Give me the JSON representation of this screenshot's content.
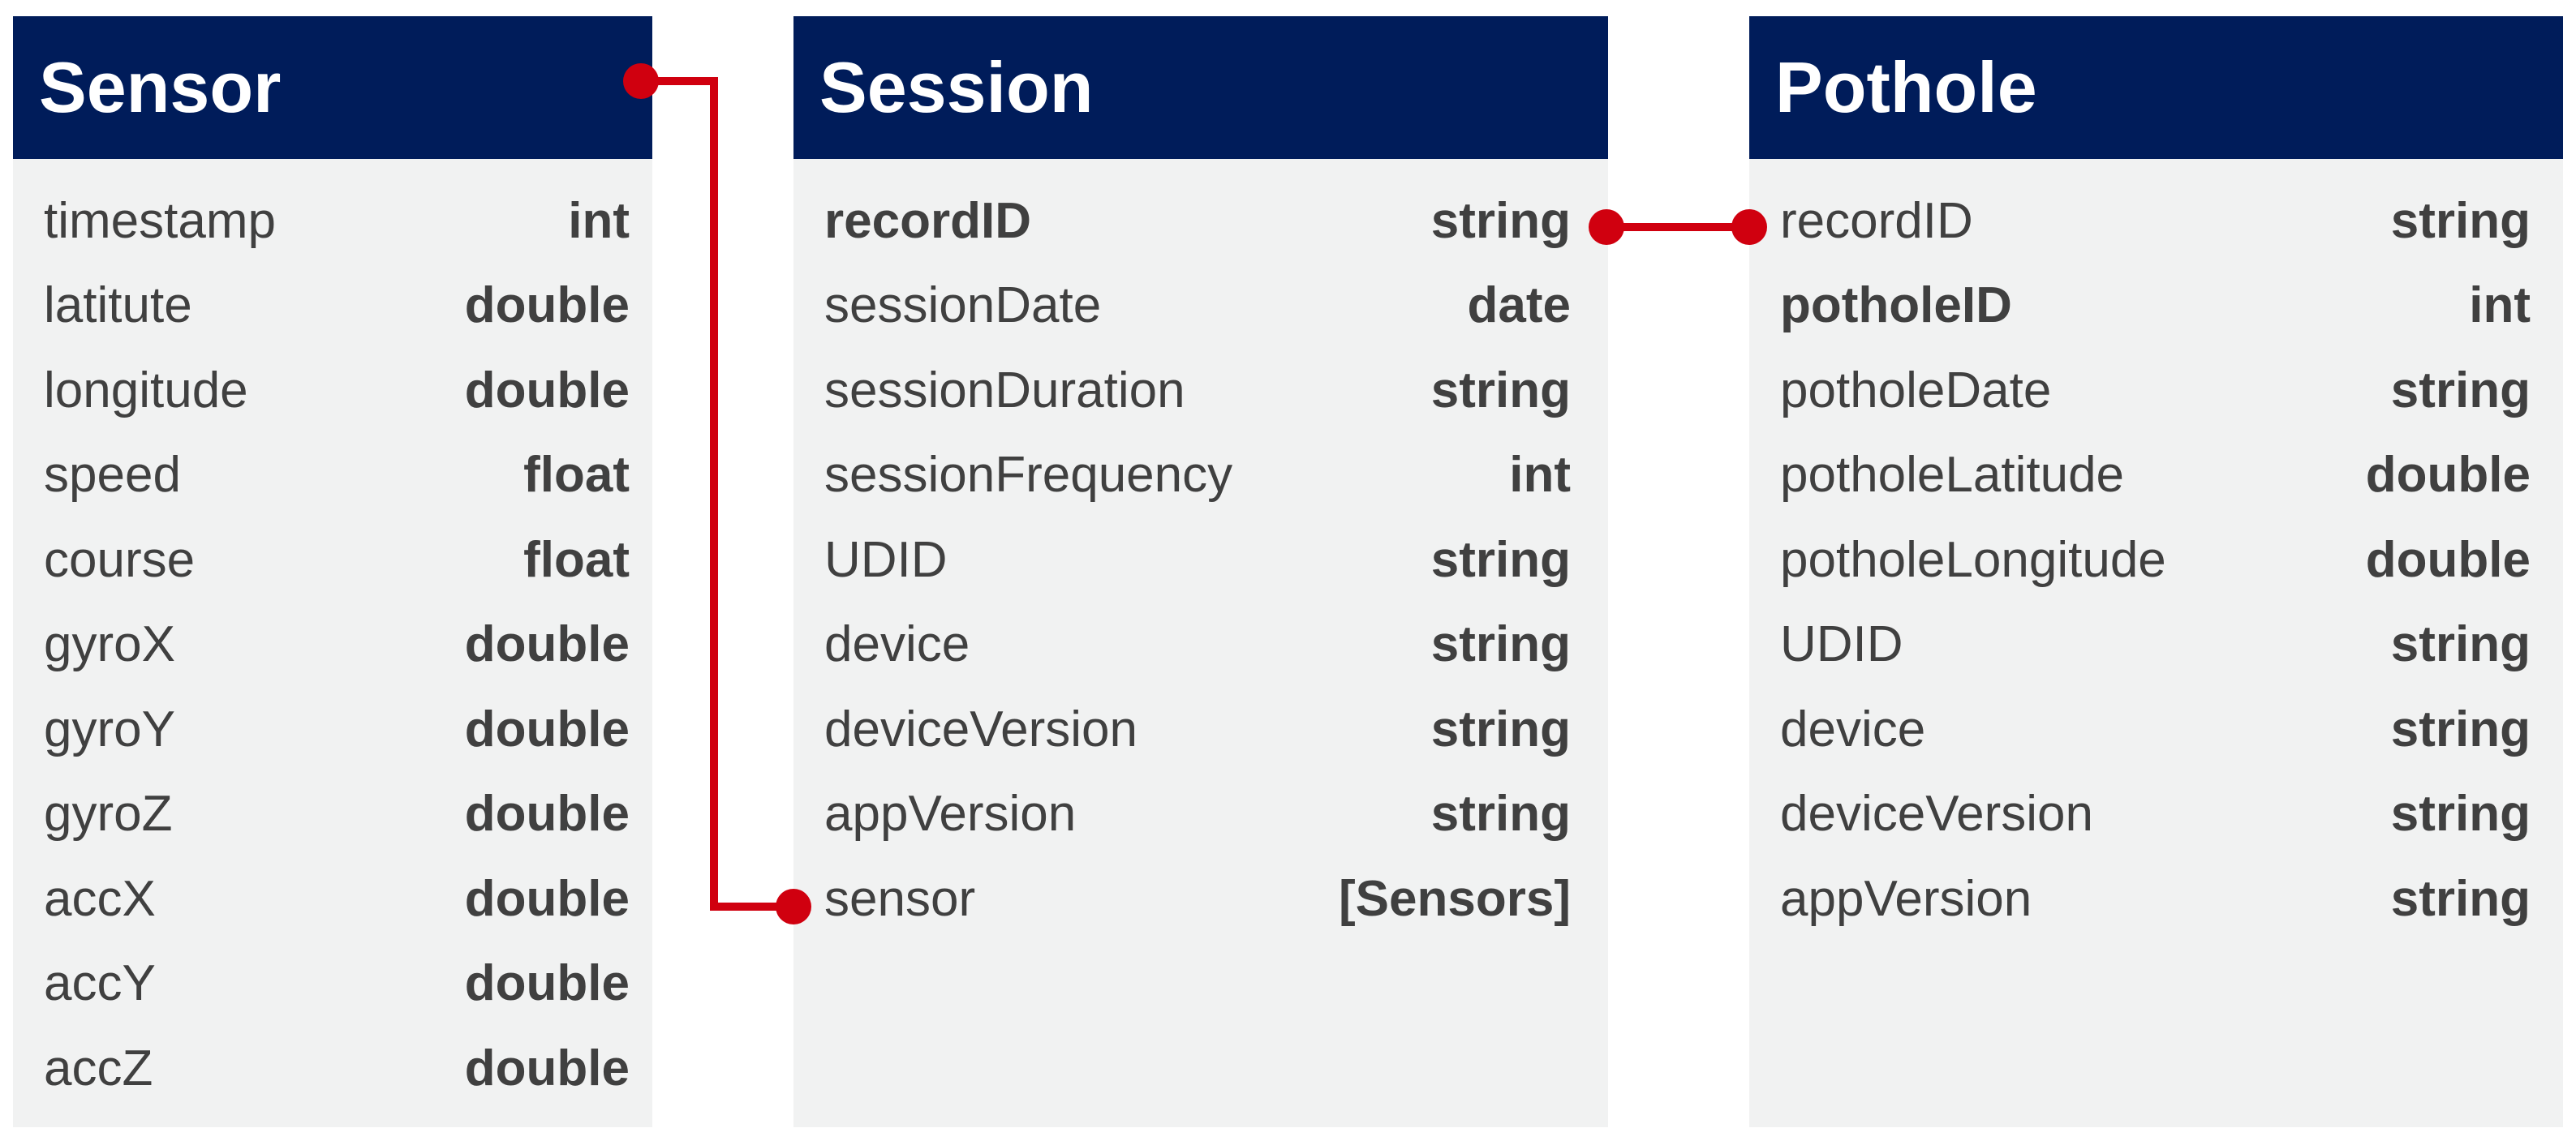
{
  "colors": {
    "header_bg": "#001c5a",
    "header_text": "#ffffff",
    "body_bg": "#f1f2f2",
    "row_text": "#404040",
    "relation_line": "#d0000f"
  },
  "tables": {
    "sensor": {
      "title": "Sensor",
      "fields": [
        {
          "name": "timestamp",
          "type": "int"
        },
        {
          "name": "latitute",
          "type": "double"
        },
        {
          "name": "longitude",
          "type": "double"
        },
        {
          "name": "speed",
          "type": "float"
        },
        {
          "name": "course",
          "type": "float"
        },
        {
          "name": "gyroX",
          "type": "double"
        },
        {
          "name": "gyroY",
          "type": "double"
        },
        {
          "name": "gyroZ",
          "type": "double"
        },
        {
          "name": "accX",
          "type": "double"
        },
        {
          "name": "accY",
          "type": "double"
        },
        {
          "name": "accZ",
          "type": "double"
        }
      ]
    },
    "session": {
      "title": "Session",
      "fields": [
        {
          "name": "recordID",
          "type": "string"
        },
        {
          "name": "sessionDate",
          "type": "date"
        },
        {
          "name": "sessionDuration",
          "type": "string"
        },
        {
          "name": "sessionFrequency",
          "type": "int"
        },
        {
          "name": "UDID",
          "type": "string"
        },
        {
          "name": "device",
          "type": "string"
        },
        {
          "name": "deviceVersion",
          "type": "string"
        },
        {
          "name": "appVersion",
          "type": "string"
        },
        {
          "name": "sensor",
          "type": "[Sensors]"
        }
      ]
    },
    "pothole": {
      "title": "Pothole",
      "fields": [
        {
          "name": "recordID",
          "type": "string"
        },
        {
          "name": "potholeID",
          "type": "int"
        },
        {
          "name": "potholeDate",
          "type": "string"
        },
        {
          "name": "potholeLatitude",
          "type": "double"
        },
        {
          "name": "potholeLongitude",
          "type": "double"
        },
        {
          "name": "UDID",
          "type": "string"
        },
        {
          "name": "device",
          "type": "string"
        },
        {
          "name": "deviceVersion",
          "type": "string"
        },
        {
          "name": "appVersion",
          "type": "string"
        }
      ]
    }
  }
}
